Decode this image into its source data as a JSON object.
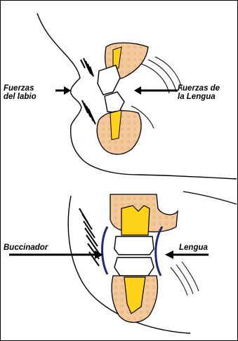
{
  "top_diagram": {
    "lip_label": "Fuerzas\ndel labio",
    "tongue_label": "Fuerzas de\nla Lengua"
  },
  "bottom_diagram": {
    "buccinator_label": "Buccinador",
    "tongue_label": "Lengua"
  },
  "colors": {
    "bone": "#f4c7a2",
    "bone_dots": "#e8d27a",
    "pulp": "#ffd21a",
    "enamel": "#ffffff",
    "muscle": "#1f2b7a",
    "outline": "#000000"
  }
}
